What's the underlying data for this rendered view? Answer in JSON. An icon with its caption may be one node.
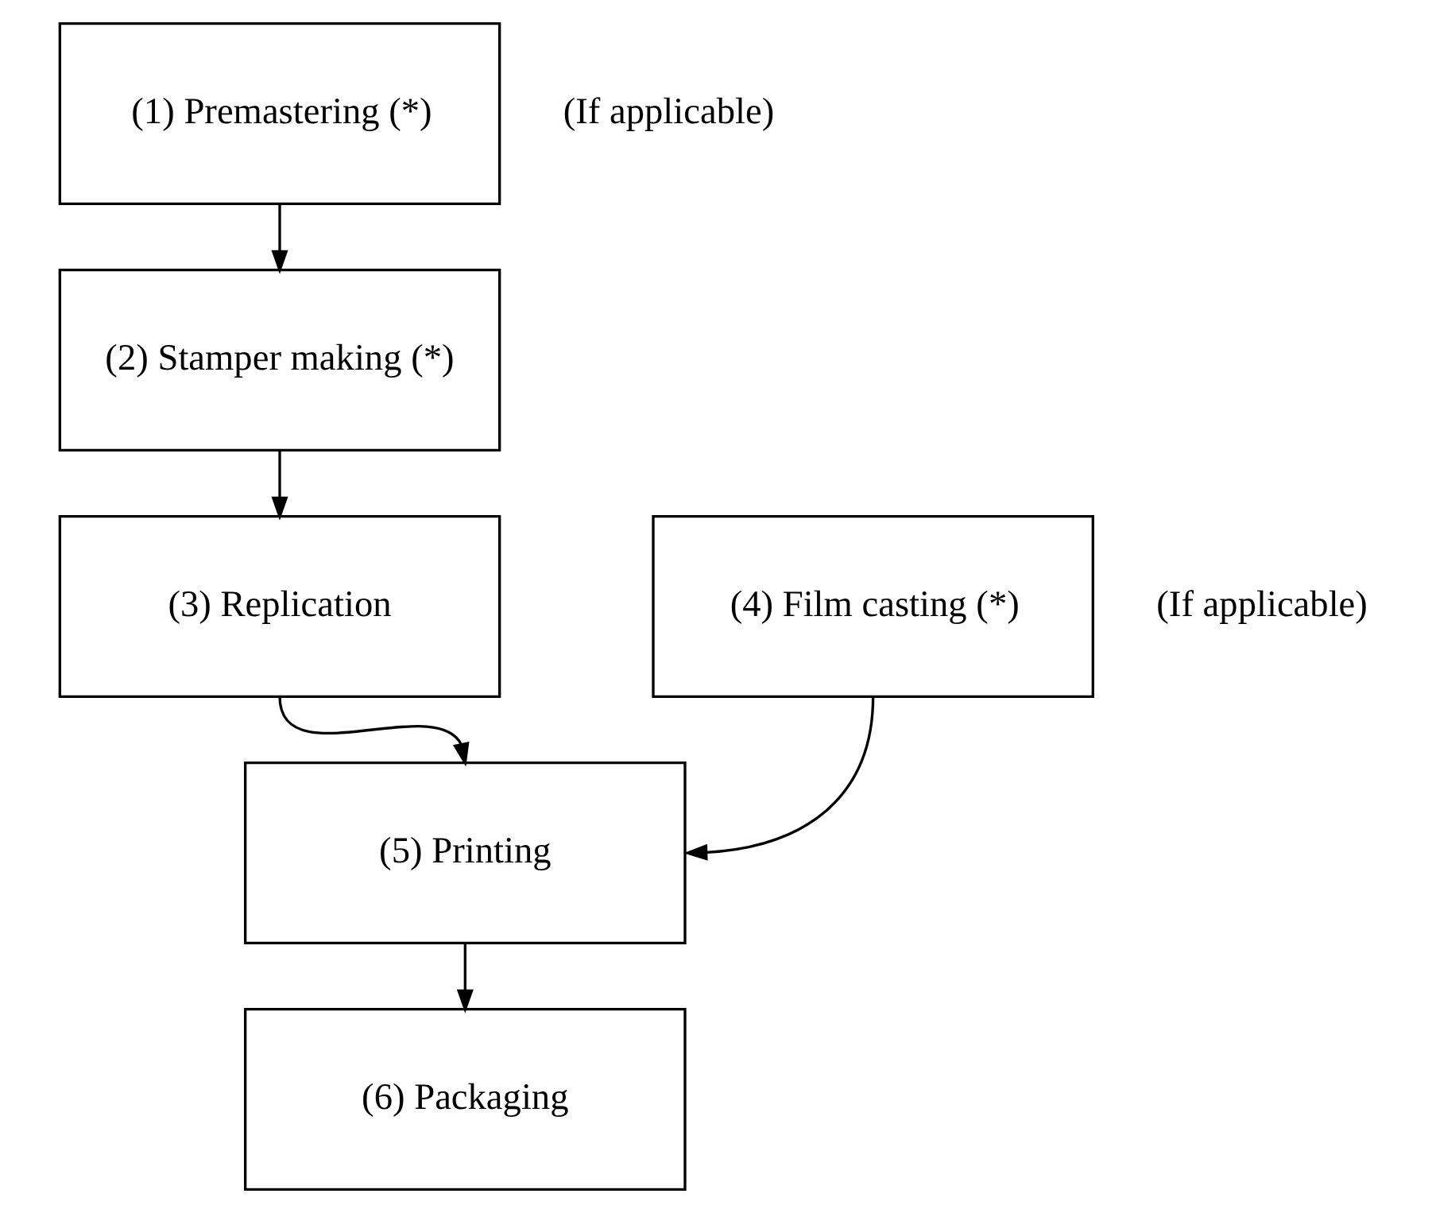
{
  "diagram": {
    "nodes": [
      {
        "text": [
          "(1) Premastering (*)"
        ],
        "beside": [
          "(If applicable)"
        ]
      },
      {
        "text": [
          "(2) Stamper making (*)"
        ]
      },
      {
        "text": [
          "(3) Replication"
        ]
      },
      {
        "text": [
          "(4) Film casting (*)"
        ],
        "beside": [
          "(If applicable)"
        ]
      },
      {
        "text": [
          "(5) Printing"
        ]
      },
      {
        "text": [
          "(6) Packaging"
        ]
      }
    ],
    "edges": [
      {
        "from": 0,
        "to": 1,
        "arrow": "to"
      },
      {
        "from": 1,
        "to": 2,
        "arrow": "to"
      },
      {
        "from": 2,
        "to": 4,
        "arrow": "to"
      },
      {
        "from": 3,
        "to": 4,
        "arrow": "to"
      },
      {
        "from": 4,
        "to": 5,
        "arrow": "to"
      }
    ]
  }
}
